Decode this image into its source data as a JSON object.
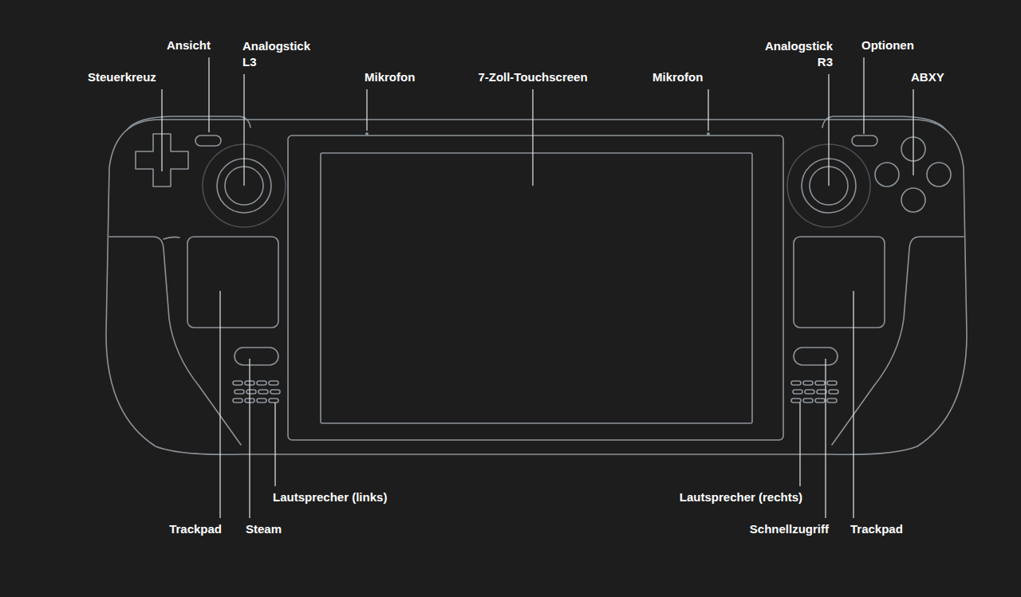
{
  "diagram": {
    "labels": [
      "Steuerkreuz",
      "Ansicht",
      "Analogstick L3",
      "Mikrofon",
      "7-Zoll-Touchscreen",
      "Mikrofon",
      "Analogstick R3",
      "Optionen",
      "ABXY",
      "Lautsprecher (links)",
      "Lautsprecher (rechts)",
      "Trackpad",
      "Steam",
      "Schnellzugriff",
      "Trackpad"
    ]
  }
}
